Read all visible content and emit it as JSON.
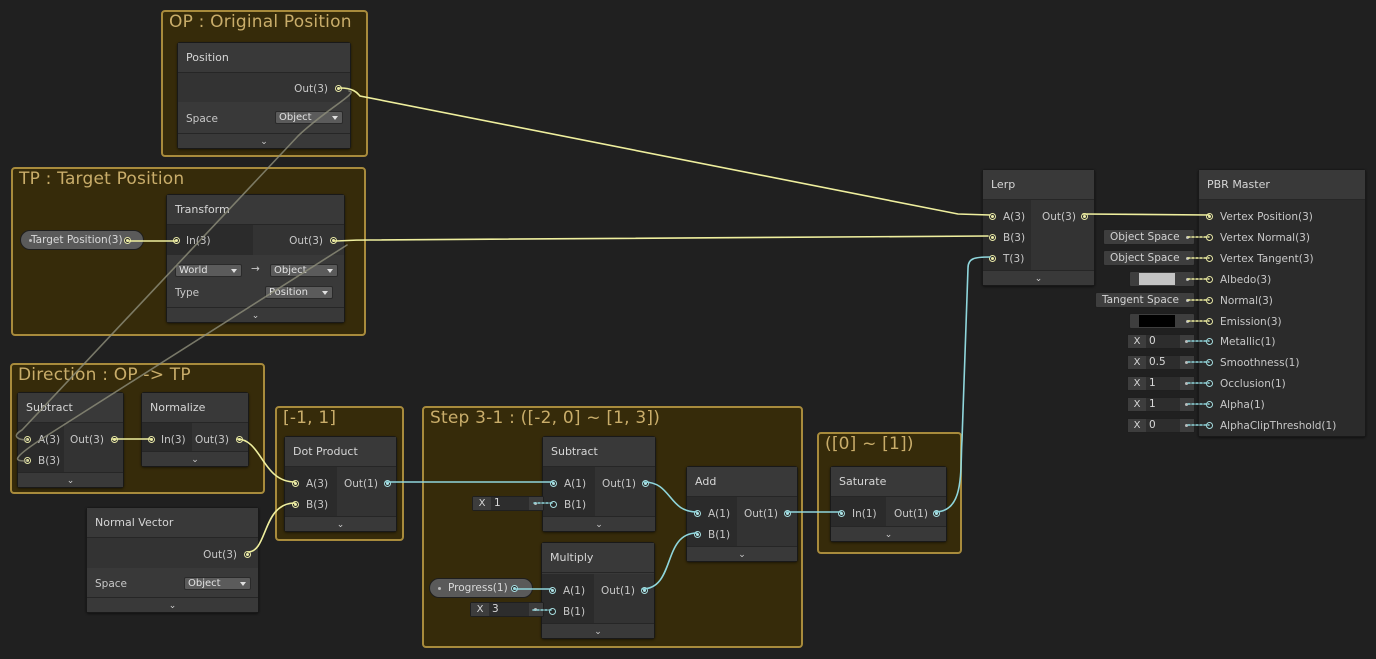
{
  "groups": {
    "op": "OP : Original Position",
    "tp": "TP : Target Position",
    "direction": "Direction : OP -> TP",
    "range": "[-1, 1]",
    "step": "Step 3-1 : ([-2, 0] ~ [1, 3])",
    "sat": "([0] ~ [1])"
  },
  "position_node": {
    "title": "Position",
    "out": "Out(3)",
    "space_label": "Space",
    "space_value": "Object"
  },
  "transform_node": {
    "title": "Transform",
    "in": "In(3)",
    "out": "Out(3)",
    "from": "World",
    "arrow": "→",
    "to": "Object",
    "type_label": "Type",
    "type_value": "Position"
  },
  "target_property": "Target Position(3)",
  "subtract_dir": {
    "title": "Subtract",
    "a": "A(3)",
    "b": "B(3)",
    "out": "Out(3)"
  },
  "normalize_node": {
    "title": "Normalize",
    "in": "In(3)",
    "out": "Out(3)"
  },
  "normal_vector": {
    "title": "Normal Vector",
    "out": "Out(3)",
    "space_label": "Space",
    "space_value": "Object"
  },
  "dot_product": {
    "title": "Dot Product",
    "a": "A(3)",
    "b": "B(3)",
    "out": "Out(1)"
  },
  "subtract_step": {
    "title": "Subtract",
    "a": "A(1)",
    "b": "B(1)",
    "out": "Out(1)",
    "b_x": "X",
    "b_value": "1"
  },
  "multiply_node": {
    "title": "Multiply",
    "a": "A(1)",
    "b": "B(1)",
    "out": "Out(1)",
    "b_x": "X",
    "b_value": "3"
  },
  "progress_property": "Progress(1)",
  "add_node": {
    "title": "Add",
    "a": "A(1)",
    "b": "B(1)",
    "out": "Out(1)"
  },
  "saturate_node": {
    "title": "Saturate",
    "in": "In(1)",
    "out": "Out(1)"
  },
  "lerp_node": {
    "title": "Lerp",
    "a": "A(3)",
    "b": "B(3)",
    "t": "T(3)",
    "out": "Out(3)"
  },
  "pbr_master": {
    "title": "PBR Master",
    "ports": [
      "Vertex Position(3)",
      "Vertex Normal(3)",
      "Vertex Tangent(3)",
      "Albedo(3)",
      "Normal(3)",
      "Emission(3)",
      "Metallic(1)",
      "Smoothness(1)",
      "Occlusion(1)",
      "Alpha(1)",
      "AlphaClipThreshold(1)"
    ],
    "vertex_normal_space": "Object Space",
    "vertex_tangent_space": "Object Space",
    "normal_space": "Tangent Space",
    "albedo_color": "#c4c4c4",
    "emission_color": "#000000",
    "x": "X",
    "metallic": "0",
    "smoothness": "0.5",
    "occlusion": "1",
    "alpha": "1",
    "alpha_clip": "0"
  },
  "colors": {
    "vector3_wire": "#efef9e",
    "float_wire": "#8fd6dc",
    "group_border": "#a88b3c",
    "group_title": "#c9ad6a"
  }
}
